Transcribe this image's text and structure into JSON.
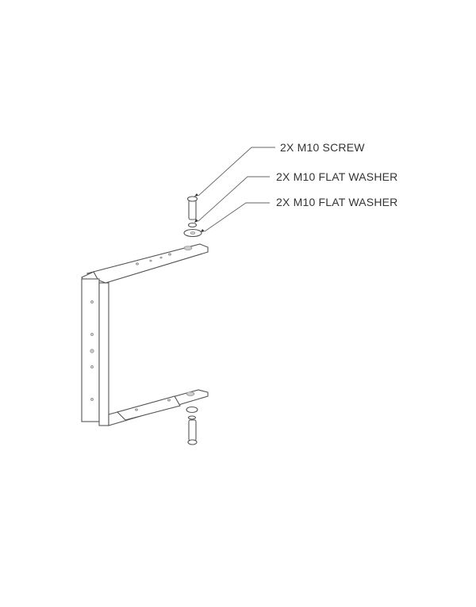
{
  "callouts": [
    {
      "label": "2X M10 SCREW"
    },
    {
      "label": "2X M10 FLAT WASHER"
    },
    {
      "label": "2X M10 FLAT WASHER"
    }
  ]
}
